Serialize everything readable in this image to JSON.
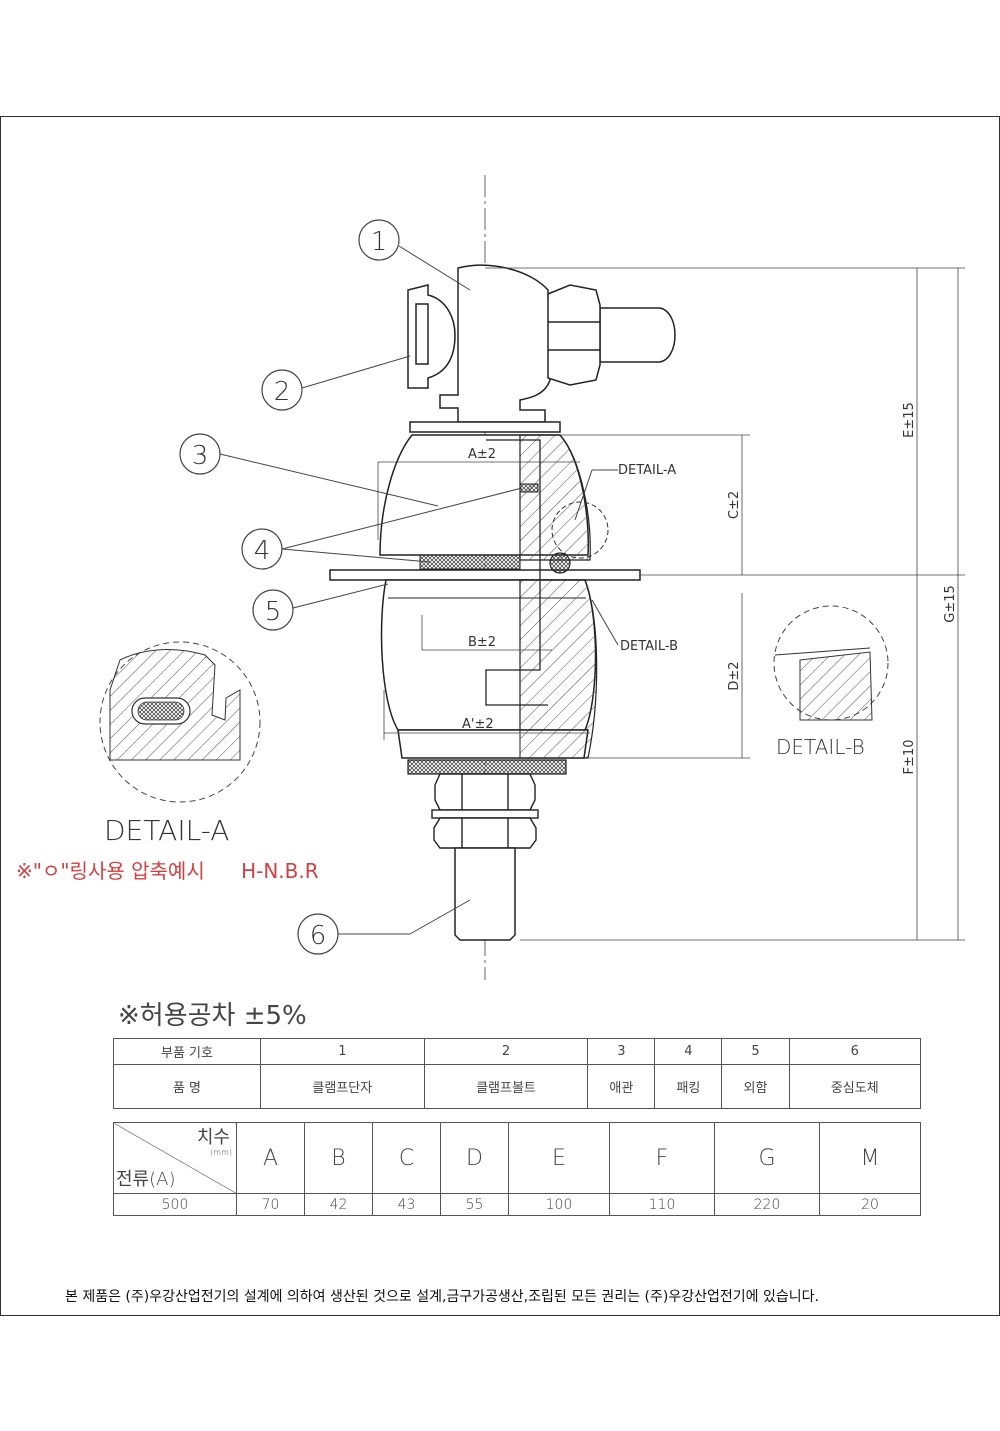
{
  "callouts": [
    "1",
    "2",
    "3",
    "4",
    "5",
    "6"
  ],
  "dim_labels": {
    "a": "A±2",
    "b": "B±2",
    "a_prime": "A'±2",
    "c": "C±2",
    "d": "D±2",
    "e": "E±15",
    "f": "F±10",
    "g": "G±15",
    "detail_a_ref": "DETAIL-A",
    "detail_b_ref": "DETAIL-B"
  },
  "detail_a": {
    "title": "DETAIL-A",
    "note": "※\"ㅇ\"링사용 압축예시",
    "material": "H-N.B.R"
  },
  "detail_b": {
    "title": "DETAIL-B"
  },
  "tolerance_note": "※허용공차 ±5%",
  "parts_table": {
    "row1_label": "부품 기호",
    "row2_label": "품 명",
    "numbers": [
      "1",
      "2",
      "3",
      "4",
      "5",
      "6"
    ],
    "names": [
      "클램프단자",
      "클램프볼트",
      "애관",
      "패킹",
      "외함",
      "중심도체"
    ]
  },
  "dim_table": {
    "header_top": "치수",
    "header_unit": "(mm)",
    "header_bottom": "전류(A)",
    "columns": [
      "A",
      "B",
      "C",
      "D",
      "E",
      "F",
      "G",
      "M"
    ],
    "current": "500",
    "values": [
      "70",
      "42",
      "43",
      "55",
      "100",
      "110",
      "220",
      "20"
    ]
  },
  "footer": "본 제품은 (주)우강산업전기의 설계에 의하여 생산된 것으로 설계,금구가공생산,조립된 모든 권리는 (주)우강산업전기에 있습니다."
}
